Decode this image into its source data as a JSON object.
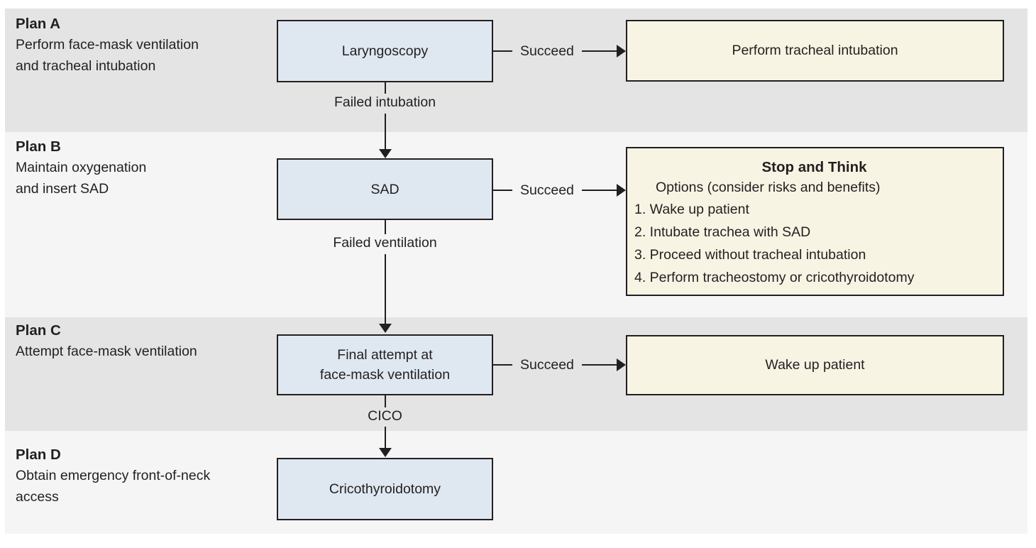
{
  "palette": {
    "band_dark": "#e4e4e5",
    "band_light": "#f5f5f5",
    "process_fill": "#dfe8f1",
    "outcome_fill": "#f8f4e4",
    "line": "#231f20",
    "text": "#231f20"
  },
  "plans": [
    {
      "name": "Plan A",
      "description": [
        "Perform face-mask ventilation",
        "and tracheal intubation"
      ],
      "process": [
        "Laryngoscopy"
      ],
      "succeed_label": "Succeed",
      "outcome": "Perform tracheal intubation",
      "fail_label": "Failed intubation"
    },
    {
      "name": "Plan B",
      "description": [
        "Maintain oxygenation",
        "and insert SAD"
      ],
      "process": [
        "SAD"
      ],
      "succeed_label": "Succeed",
      "fail_label": "Failed ventilation",
      "stop_and_think": {
        "title": "Stop and Think",
        "subtitle": "Options (consider risks and benefits)",
        "options": [
          "1. Wake up patient",
          "2. Intubate trachea with SAD",
          "3. Proceed without tracheal intubation",
          "4. Perform tracheostomy or cricothyroidotomy"
        ]
      }
    },
    {
      "name": "Plan C",
      "description": [
        "Attempt face-mask ventilation"
      ],
      "process": [
        "Final attempt at",
        "face-mask ventilation"
      ],
      "succeed_label": "Succeed",
      "outcome": "Wake up patient",
      "fail_label": "CICO"
    },
    {
      "name": "Plan D",
      "description": [
        "Obtain emergency front-of-neck",
        "access"
      ],
      "process": [
        "Cricothyroidotomy"
      ]
    }
  ]
}
